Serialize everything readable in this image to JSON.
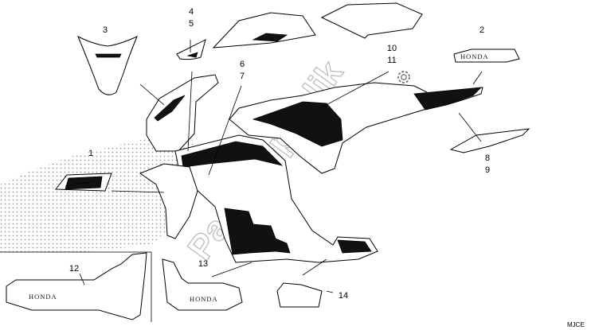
{
  "diagram": {
    "callouts": [
      {
        "id": "c1",
        "lines": [
          "1"
        ]
      },
      {
        "id": "c2",
        "lines": [
          "2"
        ]
      },
      {
        "id": "c3",
        "lines": [
          "3"
        ]
      },
      {
        "id": "c4",
        "lines": [
          "4",
          "5"
        ]
      },
      {
        "id": "c6",
        "lines": [
          "6",
          "7"
        ]
      },
      {
        "id": "c8",
        "lines": [
          "8",
          "9"
        ]
      },
      {
        "id": "c10",
        "lines": [
          "10",
          "11"
        ]
      },
      {
        "id": "c12",
        "lines": [
          "12"
        ]
      },
      {
        "id": "c13",
        "lines": [
          "13"
        ]
      },
      {
        "id": "c14",
        "lines": [
          "14"
        ]
      }
    ],
    "emblem_text": {
      "stripe_2": "HONDA",
      "stripe_12": "HONDA",
      "stripe_13": "HONDA"
    },
    "watermark": "PartsRepublik",
    "corner_code": "MJCE"
  }
}
